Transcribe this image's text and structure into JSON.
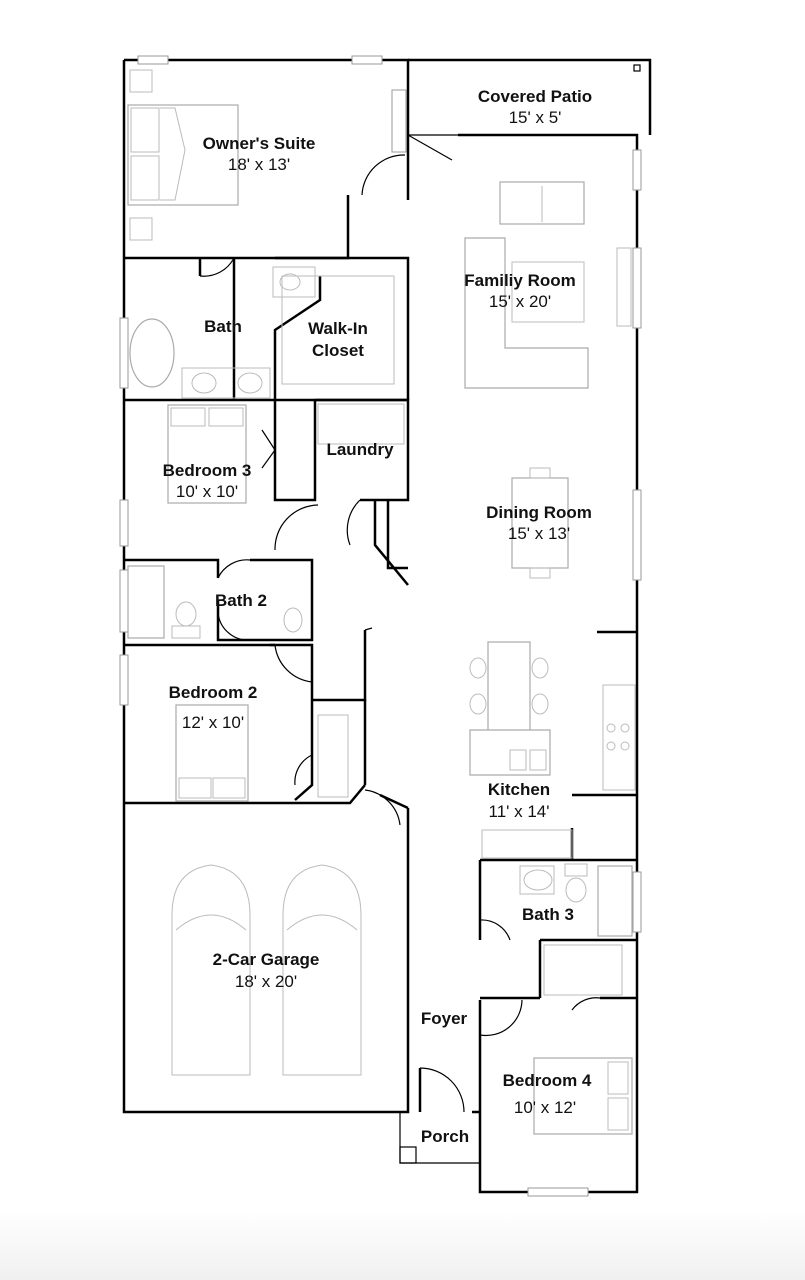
{
  "rooms": {
    "covered_patio": {
      "name": "Covered Patio",
      "size": "15' x 5'"
    },
    "owners_suite": {
      "name": "Owner's Suite",
      "size": "18' x 13'"
    },
    "family_room": {
      "name": "Familiy Room",
      "size": "15' x 20'"
    },
    "bath": {
      "name": "Bath"
    },
    "walk_in_closet": {
      "name_line1": "Walk-In",
      "name_line2": "Closet"
    },
    "laundry": {
      "name": "Laundry"
    },
    "bedroom_3": {
      "name": "Bedroom 3",
      "size": "10' x 10'"
    },
    "dining_room": {
      "name": "Dining Room",
      "size": "15' x 13'"
    },
    "bath_2": {
      "name": "Bath 2"
    },
    "bedroom_2": {
      "name": "Bedroom 2",
      "size": "12' x 10'"
    },
    "kitchen": {
      "name": "Kitchen",
      "size": "11' x 14'"
    },
    "bath_3": {
      "name": "Bath 3"
    },
    "garage": {
      "name": "2-Car Garage",
      "size": "18' x 20'"
    },
    "foyer": {
      "name": "Foyer"
    },
    "bedroom_4": {
      "name": "Bedroom 4",
      "size": "10' x 12'"
    },
    "porch": {
      "name": "Porch"
    }
  }
}
